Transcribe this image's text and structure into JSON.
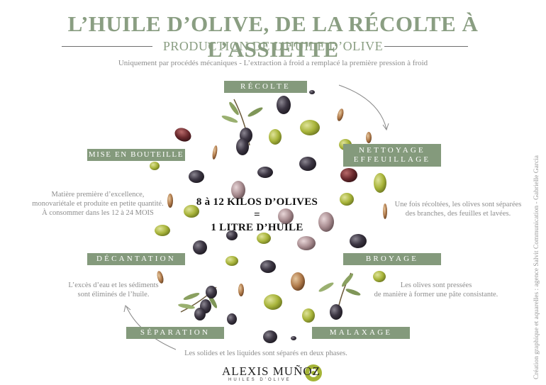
{
  "title": "L’HUILE D’OLIVE, DE LA RÉCOLTE À L’ASSIETTE",
  "subtitle": "PRODUCTION DE L’HUILE D’OLIVE",
  "intro": "Uniquement par procédés mécaniques - L’extraction à froid a remplacé la première pression à froid",
  "center": {
    "line1": "8 à 12 KILOS D’OLIVES",
    "line2": "=",
    "line3": "1 LITRE D’HUILE"
  },
  "steps": {
    "recolte": {
      "label": "RÉCOLTE"
    },
    "nettoyage": {
      "label_line1": "NETTOYAGE",
      "label_line2": "EFFEUILLAGE",
      "desc_line1": "Une fois récoltées, les olives sont séparées",
      "desc_line2": "des branches, des feuilles et lavées."
    },
    "broyage": {
      "label": "BROYAGE",
      "desc_line1": "Les olives sont pressées",
      "desc_line2": "de manière à former une pâte consistante."
    },
    "malaxage": {
      "label": "MALAXAGE"
    },
    "separation": {
      "label": "SÉPARATION",
      "desc": "Les solides et les liquides sont séparés en deux phases."
    },
    "decantation": {
      "label": "DÉCANTATION",
      "desc_line1": "L’excès d’eau et les sédiments",
      "desc_line2": "sont éliminés de l’huile."
    },
    "mise_en_bouteille": {
      "label": "MISE EN BOUTEILLE",
      "desc_line1": "Matière première d’excellence,",
      "desc_line2": "monovariétale et produite en petite quantité.",
      "desc_line3": "À consommer dans les 12 à 24 MOIS"
    }
  },
  "credit": "Création graphique et aquarelles : agence Salvit Communication - Gabrielle Garcia",
  "logo": {
    "name": "ALEXIS MUÑOZ",
    "sub": "HUILES D’OLIVE"
  },
  "colors": {
    "accent": "#849a7c",
    "title": "#8a9e82",
    "text": "#8d8d8d",
    "olive_green": "#a7b53c",
    "olive_dark": "#3b3540",
    "olive_red": "#6b2a2e"
  }
}
